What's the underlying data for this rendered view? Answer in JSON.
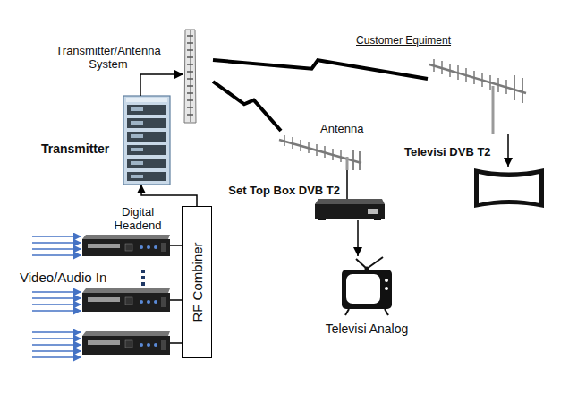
{
  "diagram": {
    "nodes": [
      {
        "text": [
          "Transmitter/Antenna System"
        ]
      },
      {
        "text": [
          "Customer Equiment"
        ]
      },
      {
        "text": [
          "Antenna"
        ]
      },
      {
        "text": [
          "Transmitter"
        ]
      },
      {
        "text": [
          "Televisi DVB T2"
        ]
      },
      {
        "text": [
          "Set Top Box DVB T2"
        ]
      },
      {
        "text": [
          "Digital Headend"
        ]
      },
      {
        "text": [
          "RF Combiner"
        ]
      },
      {
        "text": [
          "Televisi Analog"
        ]
      }
    ],
    "edges": [
      {
        "from": 6,
        "to": 7,
        "arrow": "none"
      },
      {
        "from": 7,
        "to": 3,
        "arrow": "to"
      },
      {
        "from": 3,
        "to": 0,
        "arrow": "to"
      },
      {
        "from": 0,
        "to": 1,
        "arrow": "none"
      },
      {
        "from": 0,
        "to": 2,
        "arrow": "none"
      },
      {
        "from": 2,
        "to": 5,
        "arrow": "none"
      },
      {
        "from": 5,
        "to": 8,
        "arrow": "to"
      },
      {
        "from": 1,
        "to": 4,
        "arrow": "to"
      }
    ],
    "labels": [
      "Video/Audio In"
    ]
  }
}
